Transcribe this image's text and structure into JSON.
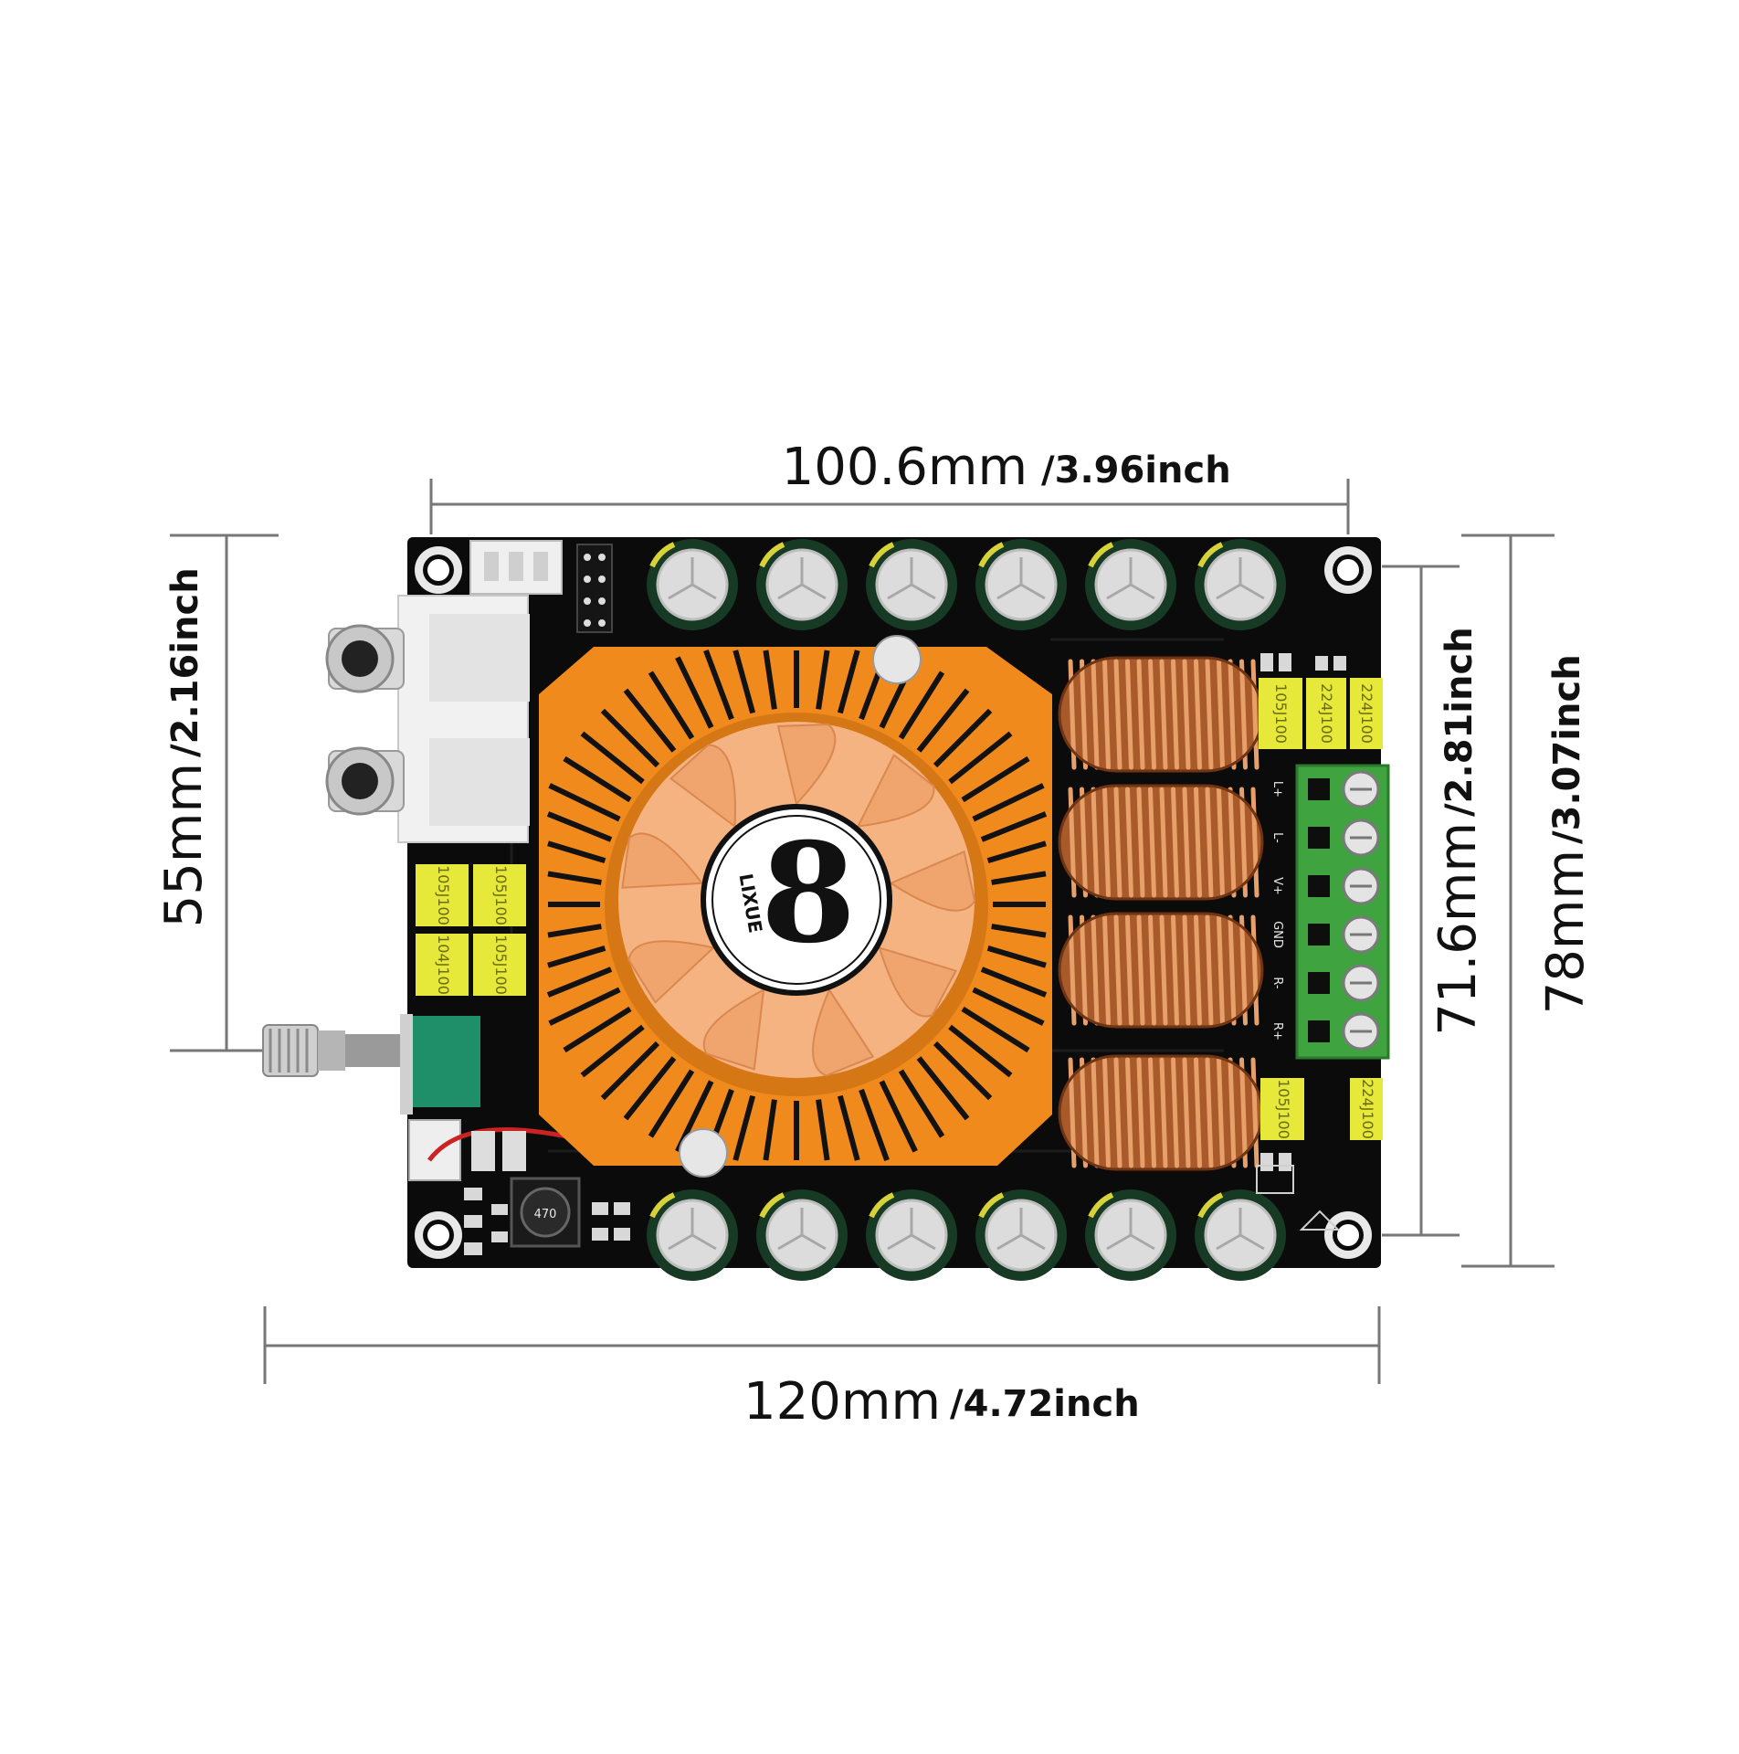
{
  "dimensions": {
    "top_width": {
      "value": "100.6mm",
      "alt": "/3.96inch"
    },
    "bottom_width": {
      "value": "120mm",
      "alt": "/4.72inch"
    },
    "left_height": {
      "value": "55mm",
      "alt": "/2.16inch"
    },
    "right_inner_height": {
      "value": "71.6mm",
      "alt": "/2.81inch"
    },
    "right_outer_height": {
      "value": "78mm",
      "alt": "/3.07inch"
    }
  },
  "board": {
    "logo_text": "LIXUE",
    "logo_symbol": "8",
    "terminal_labels": [
      "L+",
      "L-",
      "V+",
      "GND",
      "R-",
      "R+"
    ],
    "film_cap_labels": [
      "105J100",
      "104J100",
      "105J100",
      "105J100",
      "105J100",
      "224J100",
      "224J100",
      "105J100",
      "224J100"
    ],
    "inductor_label": "470"
  },
  "colors": {
    "pcb": "#0b0b0b",
    "heatsink": "#f08a1c",
    "fan": "#f6b98a",
    "copper": "#c9743a",
    "terminal": "#3fa43f",
    "film_cap": "#e6e83a",
    "pot_switch": "#1f8f6a"
  }
}
